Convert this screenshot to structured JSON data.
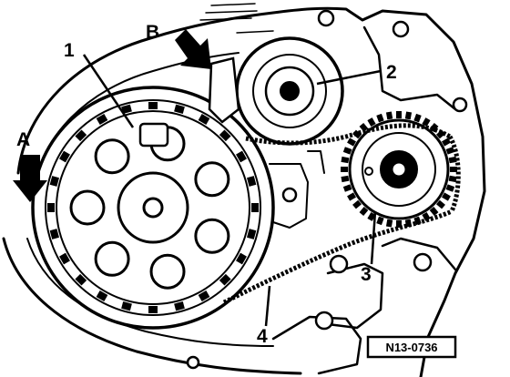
{
  "diagram": {
    "callouts": {
      "label_1": "1",
      "label_2": "2",
      "label_3": "3",
      "label_4": "4",
      "label_a": "A",
      "label_b": "B"
    },
    "reference_code": "N13-0736",
    "colors": {
      "ink": "#000000",
      "paper": "#ffffff"
    }
  }
}
